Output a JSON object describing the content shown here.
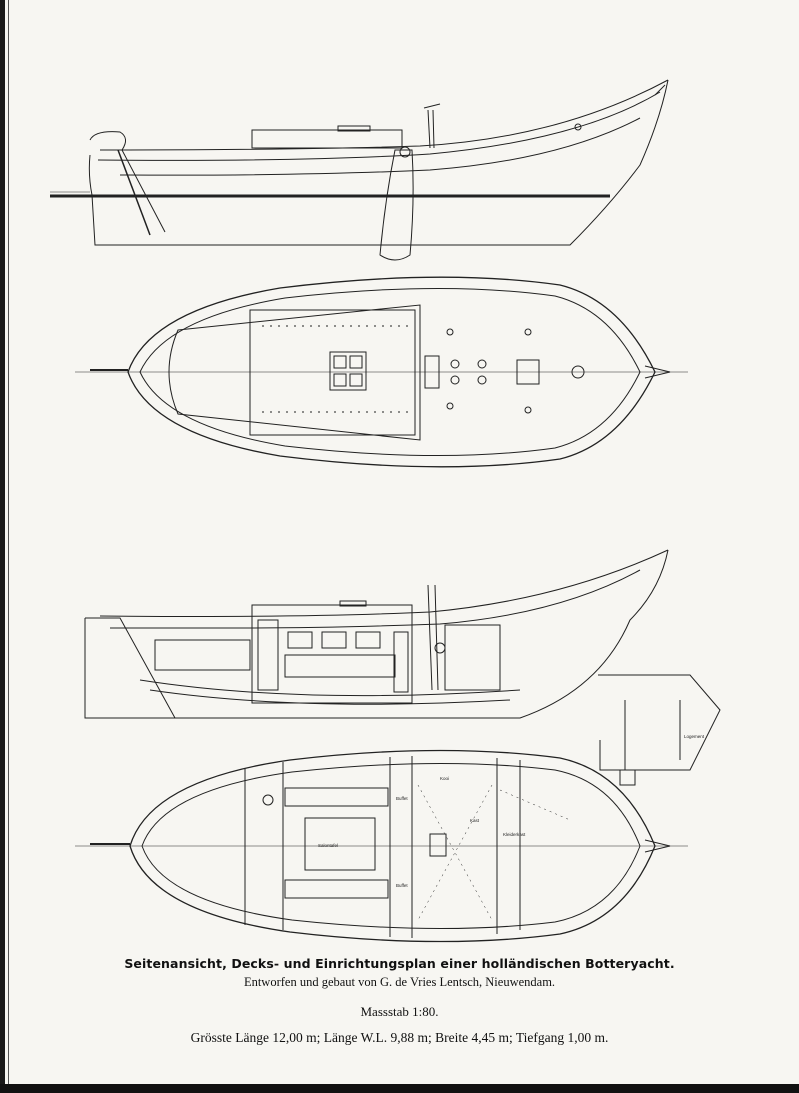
{
  "caption": {
    "title": "Seitenansicht, Decks- und Einrichtungsplan einer holländischen Botteryacht.",
    "builder": "Entworfen und gebaut von G. de Vries Lentsch, Nieuwendam.",
    "scale": "Massstab 1:80.",
    "dimensions": "Grösste Länge 12,00 m; Länge W.L. 9,88 m; Breite 4,45 m; Tiefgang 1,00 m."
  },
  "plan_labels": {
    "salon_table": "Salontafel",
    "buffet_top": "Buffet",
    "buffet_bottom": "Buffet",
    "kleider": "Kleiderkast",
    "kast": "Kast",
    "kooi": "Kooi",
    "section_label": "Logement"
  }
}
